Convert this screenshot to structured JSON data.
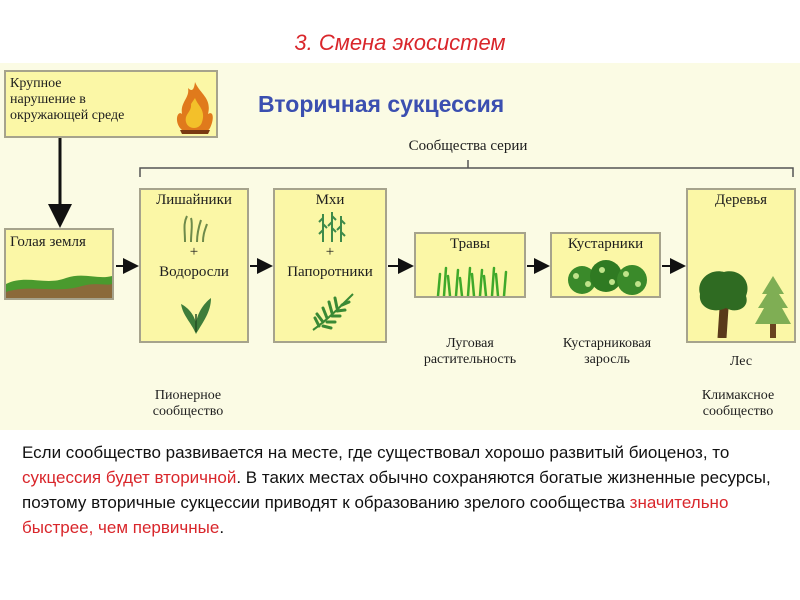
{
  "title": "3. Смена экосистем",
  "diagram": {
    "heading": "Вторичная сукцессия",
    "disturbance": {
      "lines": [
        "Крупное",
        "нарушение в",
        "окружающей среде"
      ]
    },
    "bracket_label": "Сообщества серии",
    "bare_ground": "Голая земля",
    "stages": [
      {
        "top": "Лишайники",
        "plus": "+",
        "bottom": "Водоросли"
      },
      {
        "top": "Мхи",
        "plus": "+",
        "bottom": "Папоротники"
      },
      {
        "top": "Травы"
      },
      {
        "top": "Кустарники"
      },
      {
        "top": "Деревья"
      }
    ],
    "captions": {
      "meadow": [
        "Луговая",
        "растительность"
      ],
      "shrub": [
        "Кустарниковая",
        "заросль"
      ],
      "forest": "Лес",
      "pioneer": [
        "Пионерное",
        "сообщество"
      ],
      "climax": [
        "Климаксное",
        "сообщество"
      ]
    }
  },
  "text": {
    "part1": "Если сообщество развивается на месте, где существовал хорошо развитый биоценоз, то ",
    "hl1": "сукцессия будет вторичной",
    "part2": ". В таких местах обычно сохраняются богатые жизненные ресурсы, поэтому вторичные сукцессии приводят к образованию зрелого сообщества ",
    "hl2": "значительно быстрее, чем первичные",
    "part3": "."
  },
  "colors": {
    "title": "#d9262b",
    "heading": "#3b4fb0",
    "panel": "#fbfbe4",
    "box": "#fbf7a6",
    "highlight": "#d9262b"
  }
}
